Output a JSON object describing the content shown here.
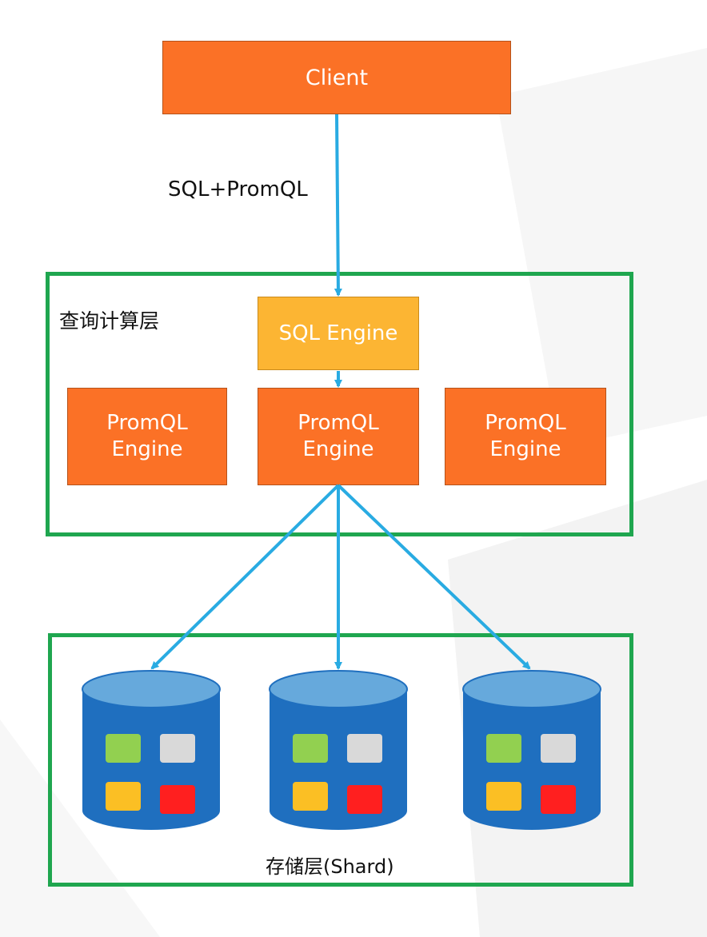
{
  "nodes": {
    "client": "Client",
    "sql_engine": "SQL Engine",
    "promql_engine_left": "PromQL\nEngine",
    "promql_engine_center": "PromQL\nEngine",
    "promql_engine_right": "PromQL\nEngine"
  },
  "edge_label": "SQL+PromQL",
  "layers": {
    "query": "查询计算层",
    "storage": "存储层(Shard)"
  },
  "colors": {
    "node_orange": "#fb7126",
    "node_amber": "#fcb533",
    "layer_border": "#1fa64f",
    "arrow": "#29abe2",
    "db_body": "#1f6fbf",
    "db_top": "#66a9dc",
    "tile_green": "#92d050",
    "tile_gray": "#d9d9d9",
    "tile_yellow": "#fbbf24",
    "tile_red": "#ff1f1f"
  },
  "edges": [
    {
      "from": "client",
      "to": "sql_engine",
      "label": "SQL+PromQL"
    },
    {
      "from": "sql_engine",
      "to": "promql_engine_center"
    },
    {
      "from": "promql_engine_center",
      "to": "shard_1"
    },
    {
      "from": "promql_engine_center",
      "to": "shard_2"
    },
    {
      "from": "promql_engine_center",
      "to": "shard_3"
    }
  ]
}
